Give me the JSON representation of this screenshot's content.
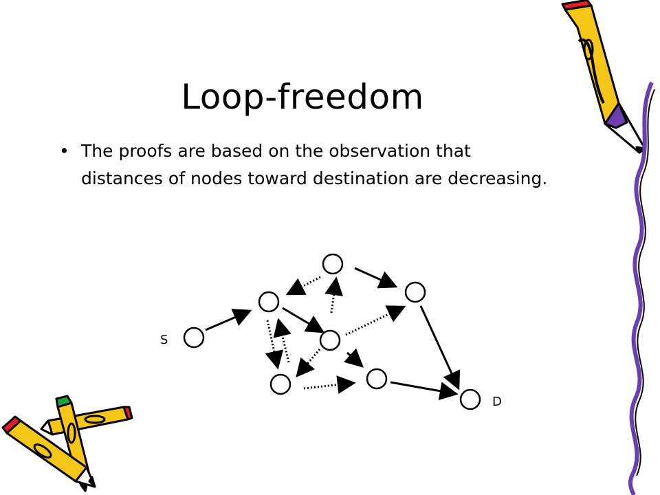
{
  "slide": {
    "title": "Loop-freedom",
    "bullet_symbol": "•",
    "bullet_text": "The proofs are based on the observation that distances of nodes toward destination are decreasing."
  },
  "diagram": {
    "source_label": "S",
    "destination_label": "D"
  },
  "decorations": {
    "pencil_colors": {
      "body": "#f5c518",
      "outline": "#000000",
      "eraser_red": "#e02020",
      "eraser_green": "#20a040",
      "accent_purple": "#6a3fb0"
    }
  }
}
